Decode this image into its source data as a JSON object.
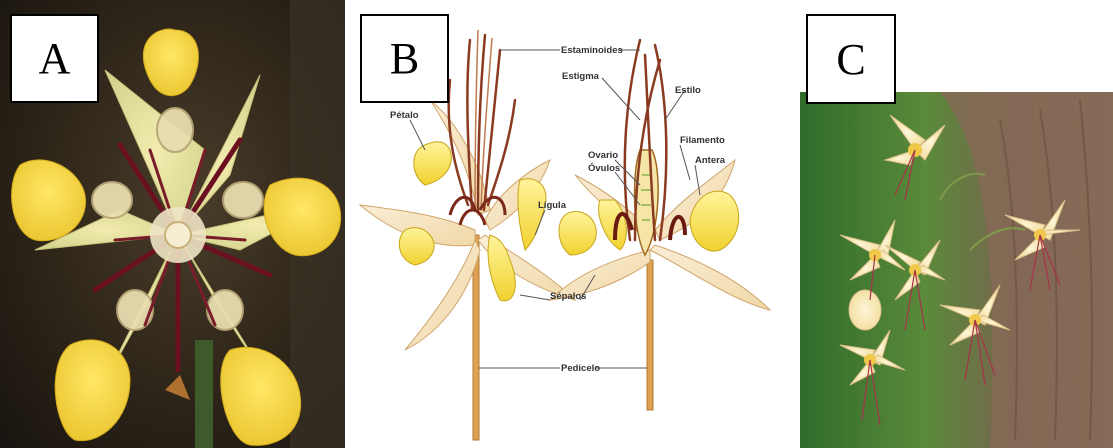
{
  "panels": {
    "a": {
      "letter": "A"
    },
    "b": {
      "letter": "B",
      "labels": {
        "estaminoides": "Estaminoides",
        "estigma": "Estigma",
        "estilo": "Estilo",
        "petalo": "Pétalo",
        "ovario": "Ovario",
        "ovulos": "Óvulos",
        "filamento": "Filamento",
        "antera": "Antera",
        "ligula": "Lígula",
        "sepalos": "Sépalos",
        "pedicelo": "Pedicelo"
      }
    },
    "c": {
      "letter": "C"
    }
  }
}
